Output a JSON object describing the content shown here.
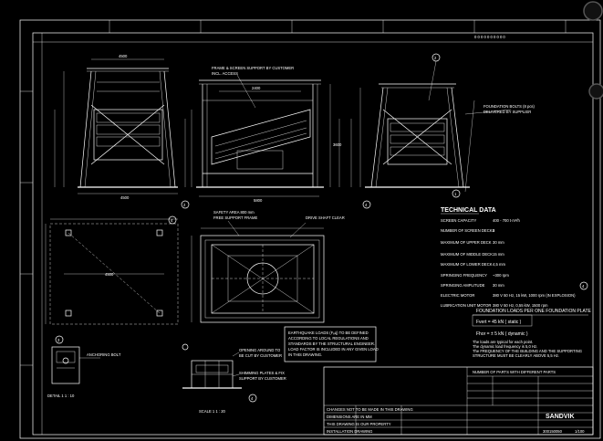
{
  "drawing": {
    "technical_data": {
      "title": "TECHNICAL DATA",
      "rows": [
        {
          "label": "SCREEN CAPACITY",
          "value": "400 - 700 t·m³/h"
        },
        {
          "label": "NUMBER OF SCREEN DECKS",
          "value": "3"
        },
        {
          "label": "MAXIMUM OF UPPER DECK",
          "value": "30 mm"
        },
        {
          "label": "MAXIMUM OF MIDDLE DECK",
          "value": "15 mm"
        },
        {
          "label": "MAXIMUM OF LOWER DECK",
          "value": "4,5 mm"
        },
        {
          "label": "SPRINGING FREQUENCY",
          "value": "~300 rpm"
        },
        {
          "label": "SPRINGING AMPLITUDE",
          "value": "30 mm"
        },
        {
          "label": "ELECTRIC MOTOR",
          "value": "380 V 50 Hz, 15 kW, 1000 rpm (IN EXPLOSION)"
        },
        {
          "label": "LUBRICATION UNIT MOTOR",
          "value": "380 V 50 Hz, 0,55 kW, 1500 rpm"
        }
      ]
    },
    "foundation": {
      "title": "FOUNDATION LOADS PER ONE FOUNDATION PLATE",
      "static": "Fvert = 45 kN ( static )",
      "dynamic": "Fhor = ± 5 kN ( dynamic )",
      "notes": [
        "The loads are typical for each point.",
        "The dynamic load frequency is 5,0 Hz.",
        "The FREQUENCY OF THE BUILDING AND THE SUPPORTING",
        "STRUCTURE MUST BE CLEARLY ABOVE 5,5 Hz."
      ]
    },
    "earthquake_note": [
      "EARTHQUAKE LOADS (Fₑq) TO BE DEFINED",
      "ACCORDING TO LOCAL REGULATIONS AND",
      "STANDARDS BY THE STRUCTURAL ENGINEER.",
      "LOAD FACTOR IS INCLUDED IN ANY GIVEN LOAD",
      "IN THIS DRAWING."
    ],
    "callouts": {
      "c1": "1",
      "c2": "2",
      "c3": "3",
      "c4": "4"
    },
    "labels": {
      "safety_area": "SAFETY AREA 800 mm",
      "free_support": "FREE SUPPORT FRAME",
      "detail": "DETAIL 1   1 : 10",
      "scale": "SCALE 1   1 : 20",
      "opening": "OPENING AROUND TO",
      "opening2": "BE CUT BY CUSTOMER",
      "shims": "SHIMMING PLATES & FIX",
      "shims2": "SUPPORT BY CUSTOMER",
      "anchor": "ANCHORING BOLT",
      "width_dim": "4500",
      "len_dim": "5800",
      "h_dim": "3600",
      "top_note": "FRAME & SCREEN SUPPORT BY CUSTOMER",
      "top_note2": "INCL. ACCESS",
      "mid_dim": "2400",
      "bolt_note": "FOUNDATION BOLTS (8 pcs)",
      "bolt_note2": "DELIVERED BY SUPPLIER",
      "remark": "NUMBER OF PARTS WITH DIFFERENT PARTS"
    },
    "title_block": {
      "company": "SANDVIK",
      "drawing_no": "300150050",
      "sheet": "1/100",
      "rev_rows": [
        "CHANGES NOT TO BE MADE IN THIS DRAWING",
        "DIMENSIONS ARE IN MM",
        "THIS DRAWING IS OUR PROPERTY",
        "INSTALLATION DRAWING"
      ]
    }
  },
  "ui": {
    "circle_button_top": "",
    "circle_button_bottom": ""
  },
  "colors": {
    "background": "#000000",
    "line": "#ffffff"
  }
}
